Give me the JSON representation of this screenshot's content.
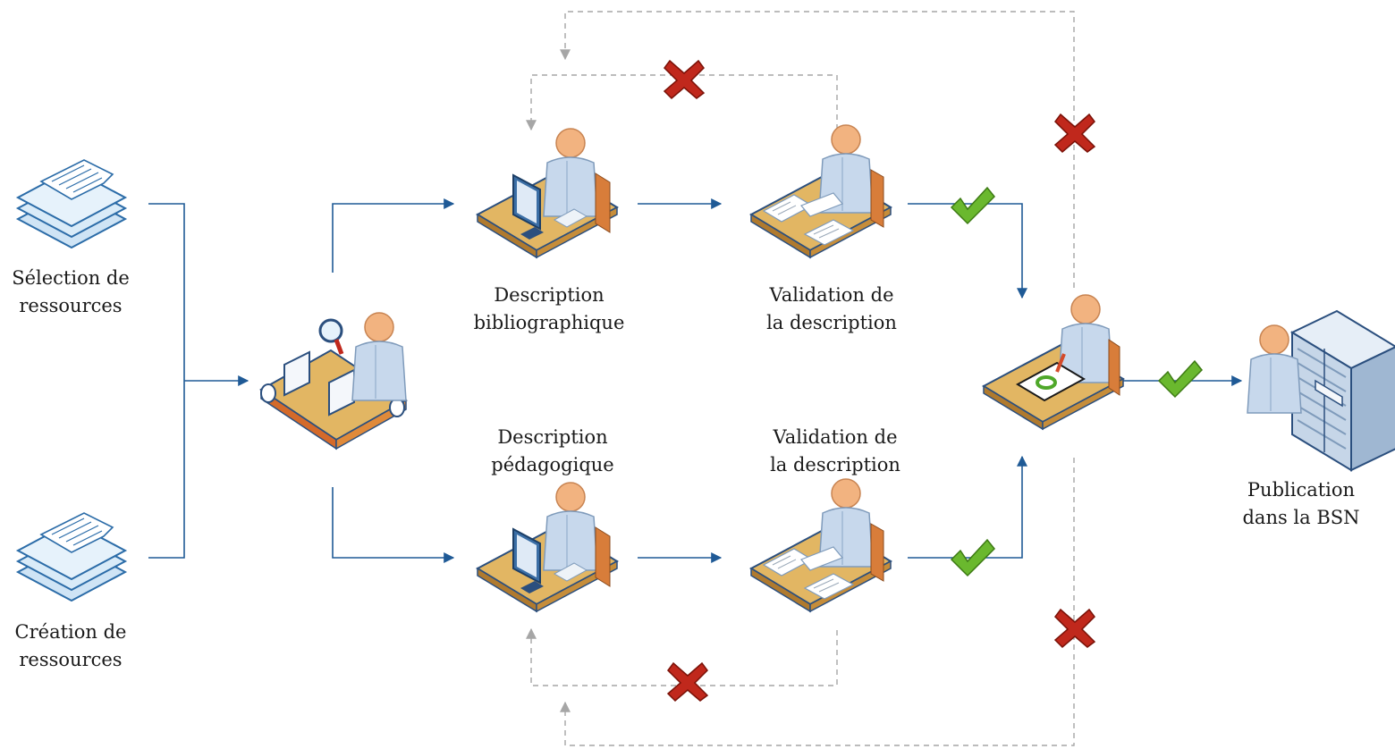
{
  "labels": {
    "selection_line1": "Sélection de",
    "selection_line2": "ressources",
    "creation_line1": "Création de",
    "creation_line2": "ressources",
    "desc_biblio_line1": "Description",
    "desc_biblio_line2": "bibliographique",
    "valid_top_line1": "Validation de",
    "valid_top_line2": "la description",
    "desc_peda_line1": "Description",
    "desc_peda_line2": "pédagogique",
    "valid_bottom_line1": "Validation de",
    "valid_bottom_line2": "la description",
    "publication_line1": "Publication",
    "publication_line2": "dans la BSN"
  },
  "colors": {
    "flow_arrow": "#1f5a96",
    "reject_arrow": "#a6a6a6",
    "approve_check": "#6ab82e",
    "reject_cross": "#c0281c",
    "desk_wood": "#e2b663",
    "person": "#c7d8ec",
    "document_stack": "#cfe4f5"
  },
  "icons": {
    "documents": "document-stack-icon",
    "sorting": "conveyor-sorting-icon",
    "computer_worker": "computer-worker-icon",
    "reviewer": "reviewer-desk-icon",
    "approver": "approver-signing-icon",
    "server": "server-rack-icon",
    "approve": "checkmark-icon",
    "reject": "cross-icon"
  }
}
